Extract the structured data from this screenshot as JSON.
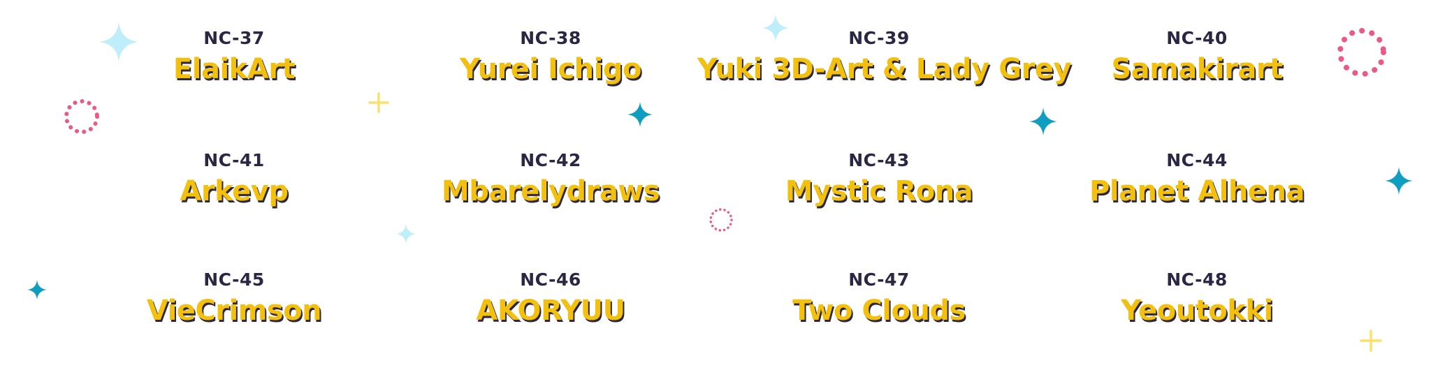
{
  "palette": {
    "name_color": "#f3c00e",
    "code_color": "#2a2745",
    "shadow_color": "#2b2742",
    "sparkle_light_blue": "#bdeefa",
    "sparkle_teal": "#0f9ec0",
    "sparkle_yellow": "#fbe06a",
    "dot_ring_pink": "#e95a86"
  },
  "entries": [
    {
      "code": "NC-37",
      "name": "ElaikArt"
    },
    {
      "code": "NC-38",
      "name": "Yurei Ichigo"
    },
    {
      "code": "NC-39",
      "name": "Yuki 3D-Art & Lady Grey"
    },
    {
      "code": "NC-40",
      "name": "Samakirart"
    },
    {
      "code": "NC-41",
      "name": "Arkevp"
    },
    {
      "code": "NC-42",
      "name": "Mbarelydraws"
    },
    {
      "code": "NC-43",
      "name": "Mystic Rona"
    },
    {
      "code": "NC-44",
      "name": "Planet Alhena"
    },
    {
      "code": "NC-45",
      "name": "VieCrimson"
    },
    {
      "code": "NC-46",
      "name": "AKORYUU"
    },
    {
      "code": "NC-47",
      "name": "Two Clouds"
    },
    {
      "code": "NC-48",
      "name": "Yeoutokki"
    }
  ]
}
